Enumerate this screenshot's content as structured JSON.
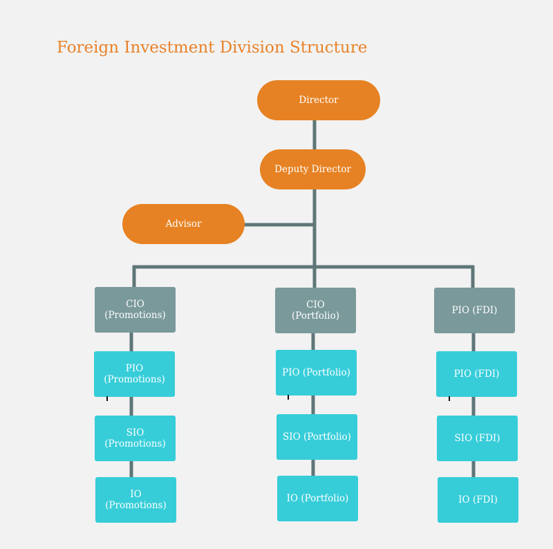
{
  "title": "Foreign Investment Division Structure",
  "colors": {
    "title": "#e8822a",
    "executive": "#e68223",
    "chief": "#7a999b",
    "officer": "#36cdd9",
    "connector": "#5f7678"
  },
  "nodes": {
    "director": "Director",
    "deputy_director": "Deputy Director",
    "advisor": "Advisor",
    "promotions": {
      "chief": "CIO\n(Promotions)",
      "pio": "PIO\n(Promotions)",
      "sio": "SIO\n(Promotions)",
      "io": "IO\n(Promotions)"
    },
    "portfolio": {
      "chief": "CIO\n(Portfolio)",
      "pio": "PIO (Portfolio)",
      "sio": "SIO (Portfolio)",
      "io": "IO (Portfolio)"
    },
    "fdi": {
      "chief": "PIO (FDI)",
      "pio": "PIO (FDI)",
      "sio": "SIO (FDI)",
      "io": "IO (FDI)"
    }
  }
}
